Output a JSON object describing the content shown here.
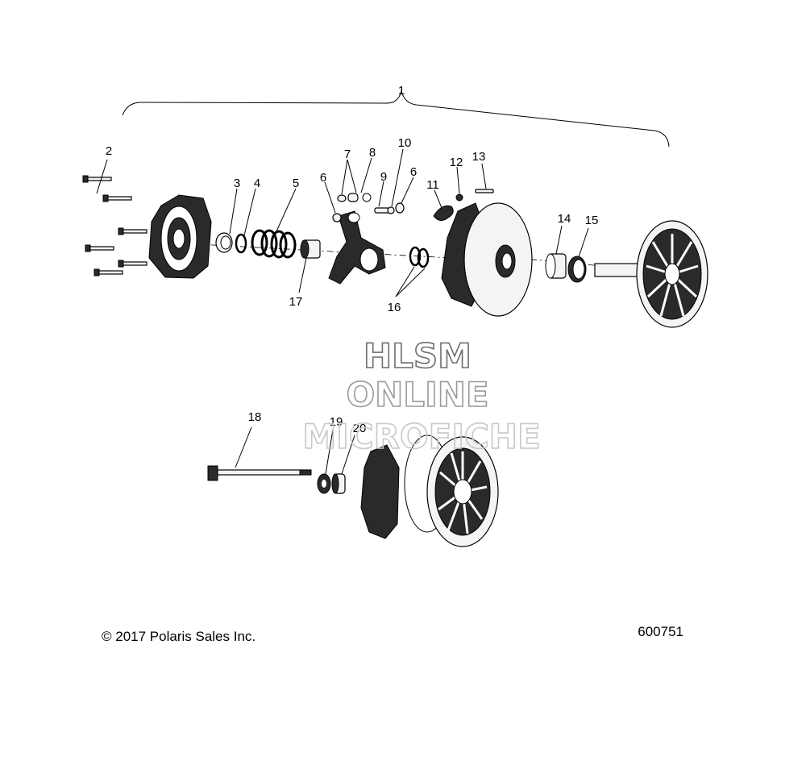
{
  "callouts": {
    "c1": "1",
    "c2": "2",
    "c3": "3",
    "c4": "4",
    "c5": "5",
    "c6a": "6",
    "c6b": "6",
    "c7": "7",
    "c8": "8",
    "c9": "9",
    "c10": "10",
    "c11": "11",
    "c12": "12",
    "c13": "13",
    "c14": "14",
    "c15": "15",
    "c16": "16",
    "c17": "17",
    "c18": "18",
    "c19": "19",
    "c20": "20"
  },
  "watermark": {
    "line1": "HLSM",
    "line2": "ONLINE",
    "line3": "MICROFICHE"
  },
  "footer": {
    "copyright": "© 2017 Polaris Sales Inc.",
    "diagram_number": "600751"
  },
  "colors": {
    "ink": "#000000",
    "part_fill": "#2a2a2a",
    "watermark_line1": "#6e6e6e",
    "watermark_line2": "#9a9a9a",
    "watermark_line3": "#c8c8c8"
  }
}
